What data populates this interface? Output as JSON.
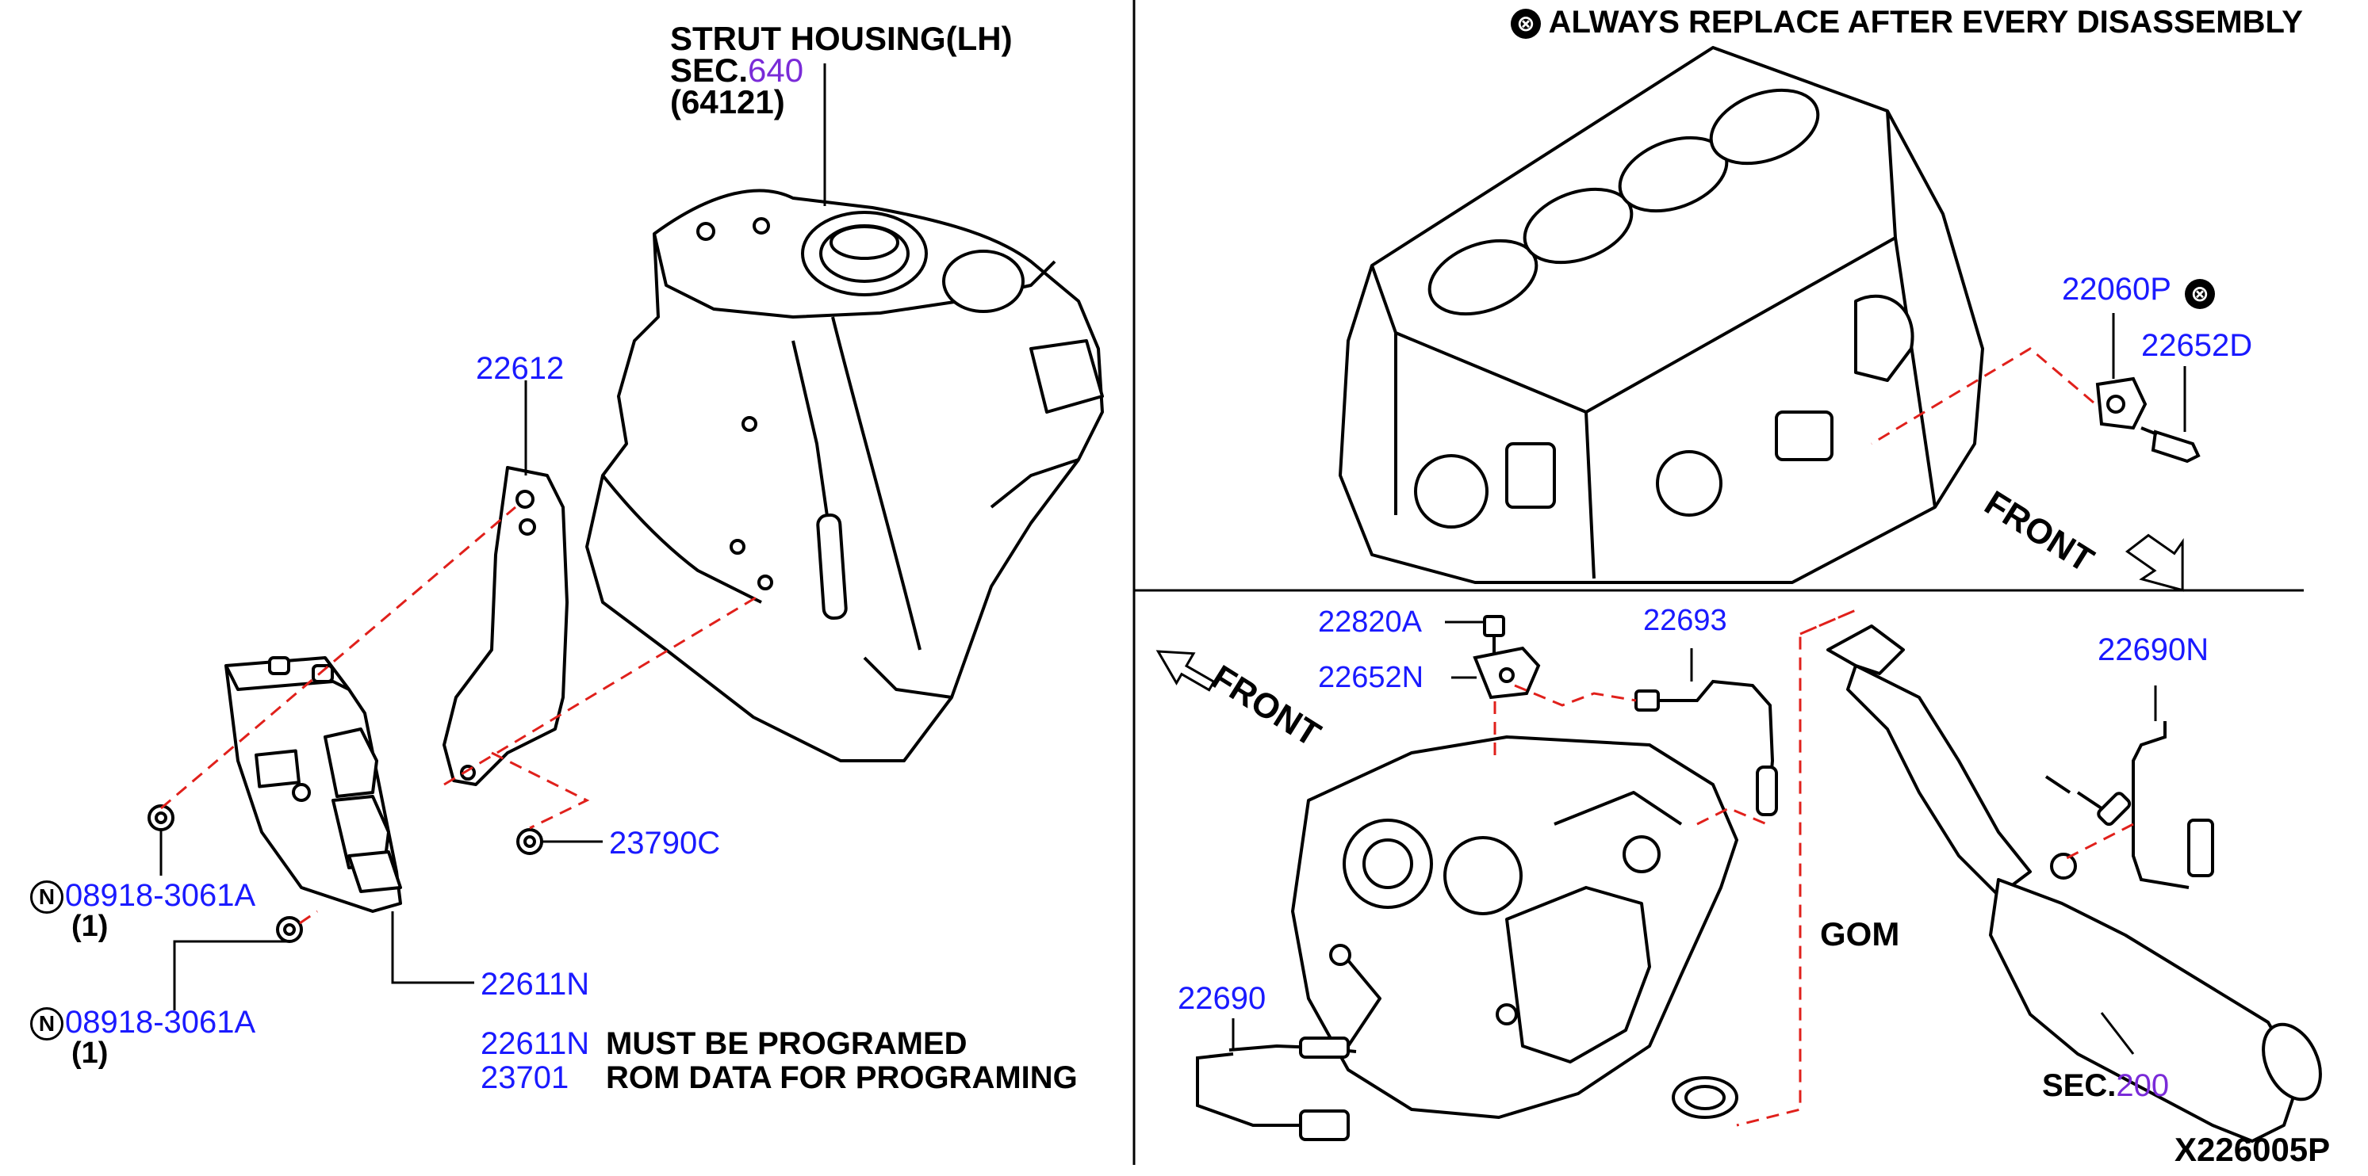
{
  "header": {
    "note_symbol": "⊗",
    "note_text": "ALWAYS REPLACE AFTER EVERY DISASSEMBLY"
  },
  "strut_housing": {
    "name": "STRUT HOUSING(LH)",
    "sec_prefix": "SEC.",
    "sec_number": "640",
    "part_code": "(64121)"
  },
  "parts": {
    "p22612": "22612",
    "p23790C": "23790C",
    "p22611N": "22611N",
    "nut_top": {
      "prefix": "N",
      "number": "08918-3061A",
      "qty": "(1)"
    },
    "nut_bottom": {
      "prefix": "N",
      "number": "08918-3061A",
      "qty": "(1)"
    },
    "p22060P": "22060P",
    "p22652D": "22652D",
    "p22820A": "22820A",
    "p22652N": "22652N",
    "p22693": "22693",
    "p22690N": "22690N",
    "p22690": "22690"
  },
  "notes": [
    {
      "number": "22611N",
      "text": "MUST BE PROGRAMED"
    },
    {
      "number": "23701",
      "text": "ROM DATA FOR PROGRAMING"
    }
  ],
  "labels": {
    "front_upper": "FRONT",
    "front_lower": "FRONT",
    "gom": "GOM",
    "sec_bottom_prefix": "SEC.",
    "sec_bottom_number": "200",
    "diagram_id": "X226005P"
  },
  "colors": {
    "part_number": "#1a1aff",
    "section_ref": "#7a2bd8",
    "leader_dashed": "#e0201b",
    "ink": "#000000"
  }
}
